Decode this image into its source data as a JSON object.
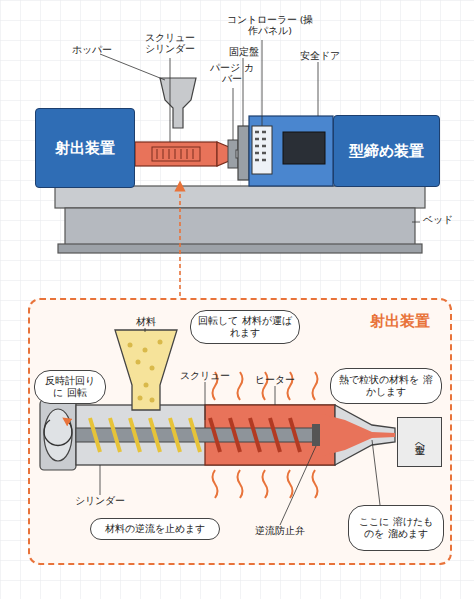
{
  "diagram": {
    "nodes": [
      {
        "text": [
          "射出装置"
        ]
      },
      {
        "text": [
          "型締め装置"
        ]
      },
      {
        "text": [
          "射出装置"
        ]
      },
      {
        "text": [
          "回転して 材料が運ばれます"
        ],
        "in": 2
      },
      {
        "text": [
          "反時計回りに 回転"
        ],
        "in": 2
      },
      {
        "text": [
          "熱で粒状の材料を 溶かします"
        ],
        "in": 2
      },
      {
        "text": [
          "金型へ"
        ],
        "in": 2
      },
      {
        "text": [
          "材料の逆流を止めます"
        ],
        "in": 2
      },
      {
        "text": [
          "ここに 溶けたものを 溜めます"
        ],
        "in": 2
      }
    ],
    "labels": [
      "コントローラー (操作パネル)",
      "ホッパー",
      "スクリュー シリンダー",
      "固定盤",
      "パージ カバー",
      "安全ドア",
      "ベッド",
      "材料",
      "スクリュー",
      "ヒーター",
      "シリンダー",
      "逆流防止弁"
    ]
  }
}
